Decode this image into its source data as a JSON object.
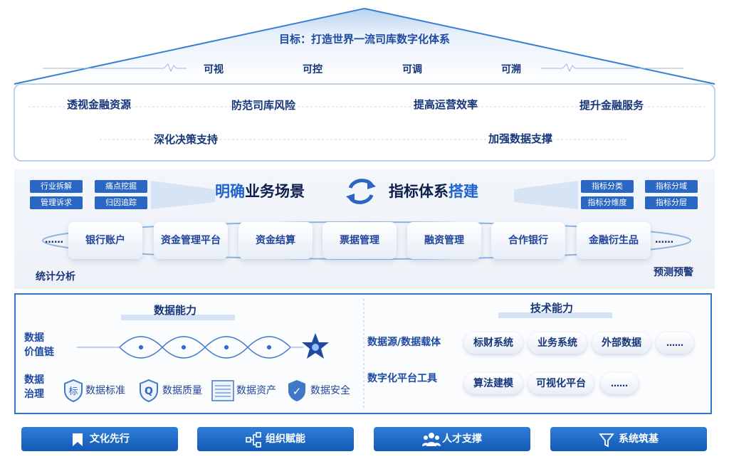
{
  "goal": "目标：打造世界一流司库数字化体系",
  "visions": [
    "可视",
    "可控",
    "可调",
    "可溯"
  ],
  "aims_row1": [
    "透视金融资源",
    "防范司库风险",
    "提高运营效率",
    "提升金融服务"
  ],
  "aims_row2": [
    "深化决策支持",
    "加强数据支撑"
  ],
  "left_tags": [
    "行业拆解",
    "痛点挖掘",
    "管理诉求",
    "归因追踪"
  ],
  "right_tags": [
    "指标分类",
    "指标分域",
    "指标分维度",
    "指标分层"
  ],
  "scenario_title": {
    "hl": "明确",
    "rest": "业务场景"
  },
  "index_title": {
    "rest": "指标体系",
    "hl": "搭建"
  },
  "business_cards": [
    "银行账户",
    "资金管理平台",
    "资金结算",
    "票据管理",
    "融资管理",
    "合作银行",
    "金融衍生品"
  ],
  "ellipsis": "……",
  "left_note": "统计分析",
  "right_note": "预测预警",
  "data_capability": {
    "title": "数据能力",
    "value_chain_label": [
      "数据",
      "价值链"
    ],
    "governance_label": [
      "数据",
      "治理"
    ],
    "governance_items": [
      {
        "icon": "标",
        "label": "数据标准"
      },
      {
        "icon": "Q",
        "label": "数据质量"
      },
      {
        "icon": "",
        "label": "数据资产"
      },
      {
        "icon": "✓",
        "label": "数据安全"
      }
    ]
  },
  "tech_capability": {
    "title": "技术能力",
    "row1_label": "数据源/数据载体",
    "row1_items": [
      "标财系统",
      "业务系统",
      "外部数据",
      "……"
    ],
    "row2_label": "数字化平台工具",
    "row2_items": [
      "算法建模",
      "可视化平台",
      "……"
    ]
  },
  "foundations": [
    "文化先行",
    "组织赋能",
    "人才支撑",
    "系统筑基"
  ],
  "colors": {
    "primary": "#2a67c4",
    "dark": "#17357a",
    "border": "#2e76cc"
  }
}
